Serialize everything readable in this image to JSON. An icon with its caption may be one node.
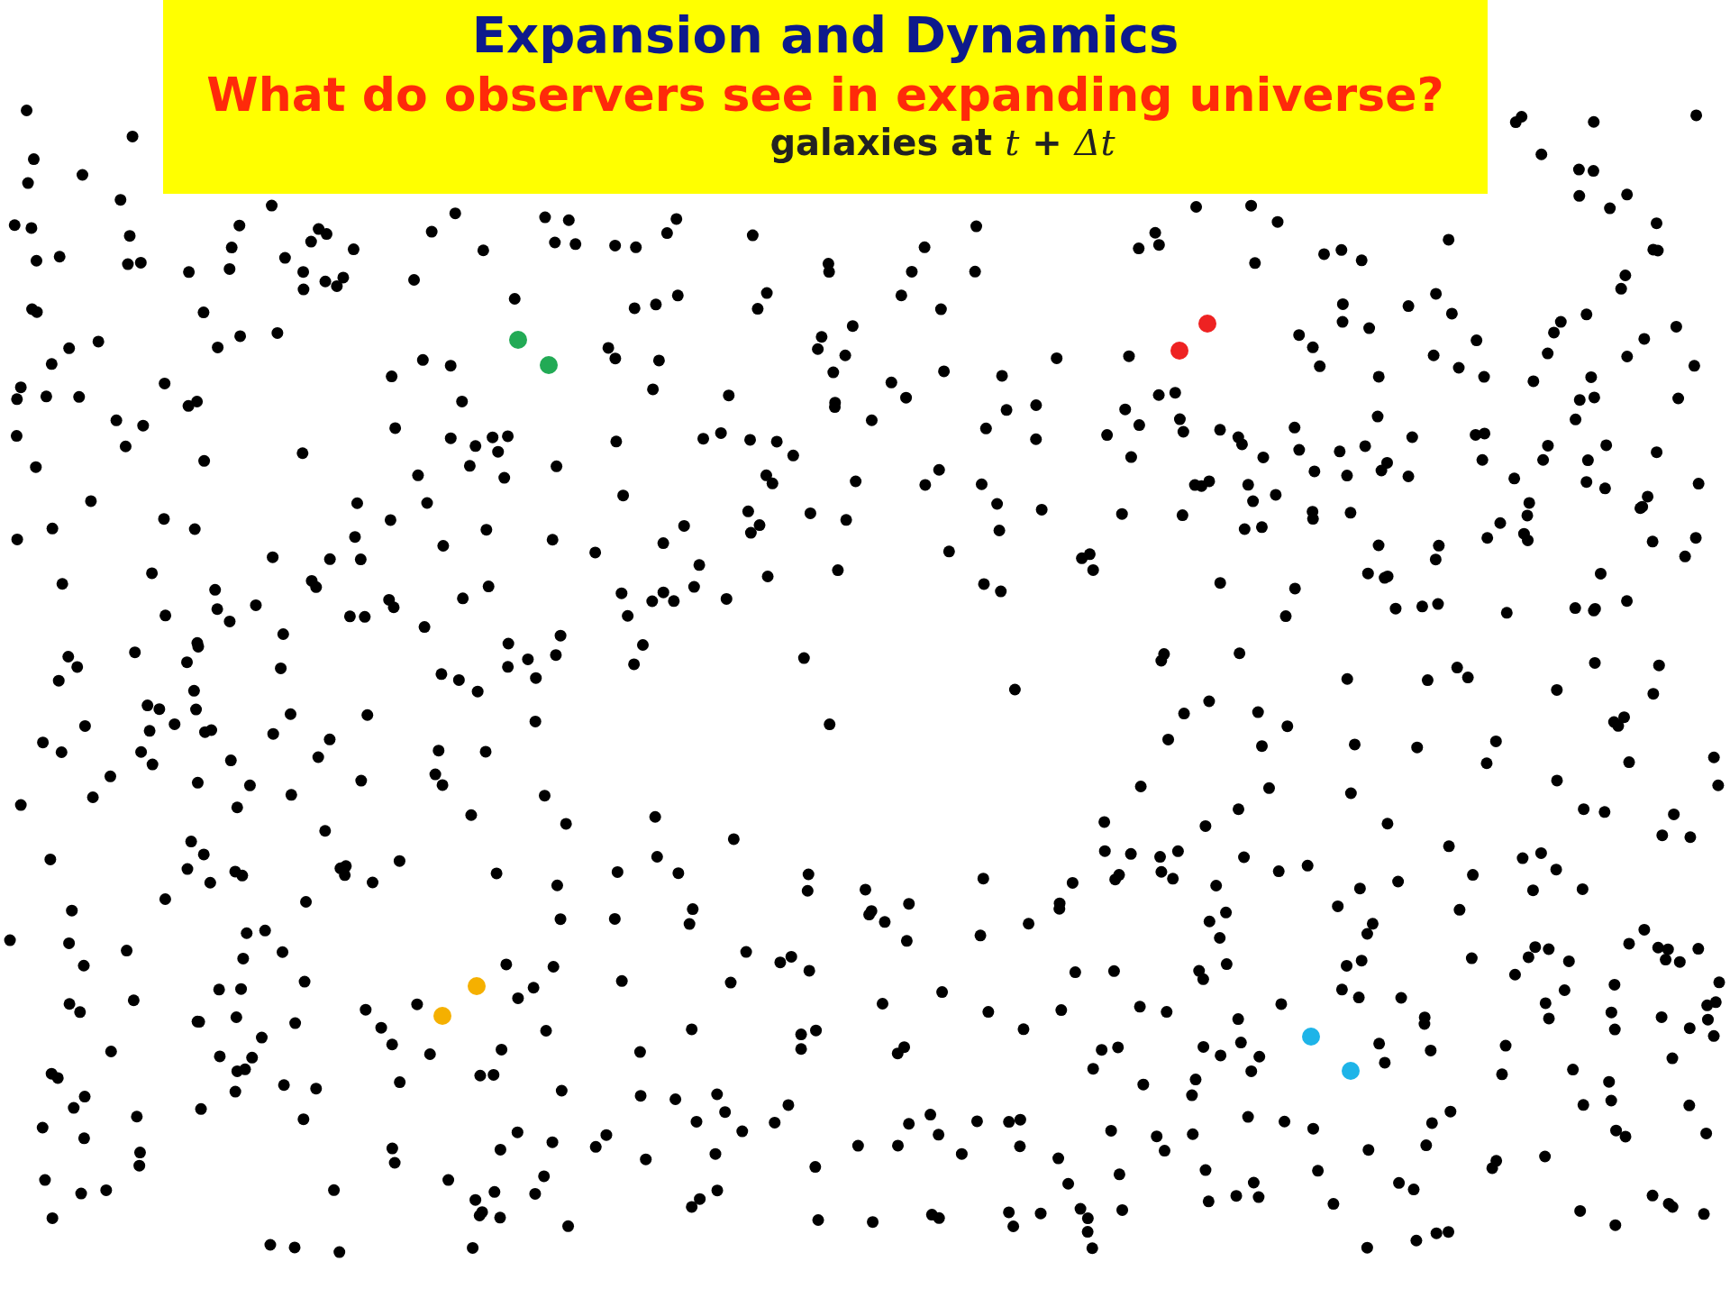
{
  "diagram": {
    "title": "Expansion and Dynamics",
    "labels": [
      "What do observers see in expanding universe?",
      "galaxies at *t* + *Δt*"
    ]
  }
}
